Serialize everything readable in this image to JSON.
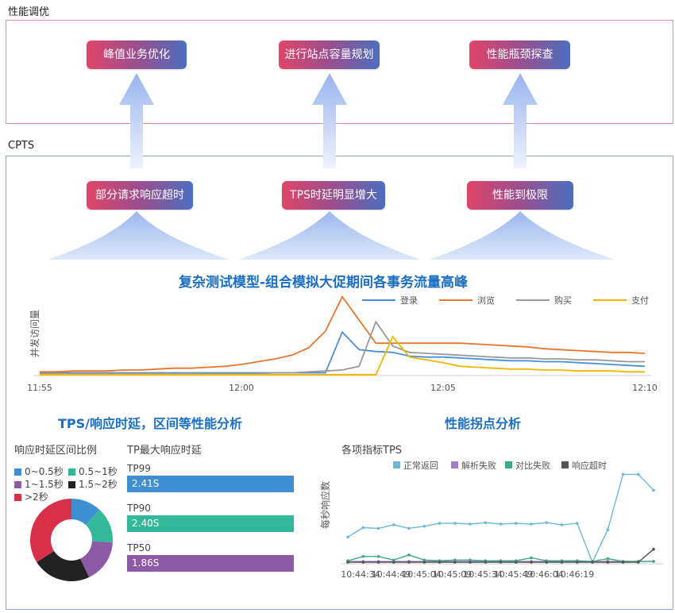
{
  "sections": {
    "tuning": "性能调优",
    "cpts": "CPTS"
  },
  "top_boxes": [
    "峰值业务优化",
    "进行站点容量规划",
    "性能瓶颈探查"
  ],
  "mid_boxes": [
    "部分请求响应超时",
    "TPS时延明显增大",
    "性能到极限"
  ],
  "colors": {
    "top_frame": "#e58aa6",
    "bottom_frame": "#8aa4d6",
    "title_blue": "#1a6fc4",
    "arrow_light": "#a9c1ef"
  },
  "chart_data": [
    {
      "type": "line",
      "title": "复杂测试模型-组合模拟大促期间各事务流量高峰",
      "ylabel": "并发访问量",
      "x_ticks": [
        "11:55",
        "12:00",
        "12:05",
        "12:10"
      ],
      "x": [
        0,
        1,
        2,
        3,
        4,
        5,
        6,
        7,
        8,
        9,
        10,
        11,
        12,
        13,
        14,
        15,
        16,
        17,
        18,
        19,
        20,
        21,
        22,
        23,
        24,
        25,
        26,
        27,
        28,
        29,
        30,
        31,
        32,
        33,
        34,
        35,
        36
      ],
      "series": [
        {
          "name": "登录",
          "color": "#4a90d9",
          "values": [
            3,
            3,
            3,
            3,
            3,
            3,
            3,
            3,
            3,
            3,
            3,
            3,
            3,
            3,
            3,
            3,
            3,
            3,
            47,
            28,
            26,
            25,
            21,
            20,
            20,
            19,
            18,
            17,
            16,
            16,
            15,
            15,
            14,
            13,
            12,
            11,
            10
          ]
        },
        {
          "name": "浏览",
          "color": "#e8762c",
          "values": [
            4,
            4,
            5,
            5,
            5,
            6,
            6,
            7,
            8,
            8,
            9,
            10,
            12,
            15,
            18,
            22,
            30,
            48,
            85,
            60,
            35,
            35,
            35,
            35,
            35,
            35,
            34,
            33,
            32,
            31,
            29,
            28,
            27,
            26,
            25,
            25,
            24
          ]
        },
        {
          "name": "购买",
          "color": "#9a9a9a",
          "values": [
            2,
            2,
            2,
            2,
            2,
            2,
            2,
            2,
            2,
            2,
            2,
            2,
            2,
            2,
            3,
            3,
            4,
            5,
            6,
            10,
            58,
            32,
            25,
            24,
            23,
            22,
            21,
            20,
            19,
            19,
            18,
            18,
            17,
            17,
            16,
            15,
            15
          ]
        },
        {
          "name": "支付",
          "color": "#f2b800",
          "values": [
            1,
            1,
            1,
            1,
            1,
            1,
            1,
            1,
            1,
            1,
            1,
            1,
            1,
            1,
            1,
            1,
            1,
            1,
            1,
            1,
            1,
            42,
            20,
            17,
            14,
            10,
            9,
            8,
            7,
            7,
            6,
            6,
            5,
            5,
            5,
            4,
            4
          ]
        }
      ]
    },
    {
      "type": "pie",
      "title": "TPS/响应时延，区间等性能分析",
      "subtitle": "响应时延区间比例",
      "labels": [
        "0~0.5秒",
        "0.5~1秒",
        "1~1.5秒",
        "1.5~2秒",
        ">2秒"
      ],
      "values": [
        12,
        14,
        17,
        23,
        34
      ],
      "colors": [
        "#3f8fd2",
        "#33b89a",
        "#8e5aa6",
        "#222222",
        "#d9304a"
      ]
    },
    {
      "type": "bar",
      "title": "TP最大响应时延",
      "categories": [
        "TP99",
        "TP90",
        "TP50"
      ],
      "values": [
        2.41,
        2.4,
        1.86
      ],
      "labels": [
        "2.41S",
        "2.40S",
        "1.86S"
      ],
      "colors": [
        "#3f8fd2",
        "#33b89a",
        "#8e5aa6"
      ]
    },
    {
      "type": "line",
      "title": "性能拐点分析",
      "subtitle": "各项指标TPS",
      "ylabel": "每秒响应数",
      "x_ticks": [
        "10:44:34",
        "10:44:49",
        "10:45:04",
        "10:45:09",
        "10:45:34",
        "10:45:49",
        "10:46:04",
        "10:46:19"
      ],
      "x": [
        0,
        1,
        2,
        3,
        4,
        5,
        6,
        7,
        8,
        9,
        10,
        11,
        12,
        13,
        14,
        15,
        16,
        17,
        18,
        19,
        20
      ],
      "series": [
        {
          "name": "正常返回",
          "color": "#6cb8d8",
          "values": [
            35,
            48,
            47,
            52,
            47,
            50,
            54,
            54,
            53,
            55,
            53,
            54,
            53,
            55,
            52,
            54,
            0,
            45,
            122,
            122,
            100
          ]
        },
        {
          "name": "解析失败",
          "color": "#a080c0",
          "values": [
            1,
            1,
            1,
            1,
            1,
            1,
            1,
            1,
            1,
            1,
            1,
            1,
            1,
            1,
            1,
            1,
            1,
            1,
            1,
            1,
            1
          ]
        },
        {
          "name": "对比失败",
          "color": "#3ea88e",
          "values": [
            2,
            8,
            8,
            3,
            10,
            3,
            2,
            3,
            3,
            2,
            2,
            2,
            6,
            2,
            2,
            2,
            1,
            5,
            1,
            1,
            1
          ]
        },
        {
          "name": "响应超时",
          "color": "#555555",
          "values": [
            0,
            0,
            0,
            0,
            0,
            0,
            0,
            0,
            0,
            0,
            0,
            0,
            0,
            0,
            0,
            0,
            0,
            0,
            0,
            0,
            18
          ]
        }
      ]
    }
  ]
}
